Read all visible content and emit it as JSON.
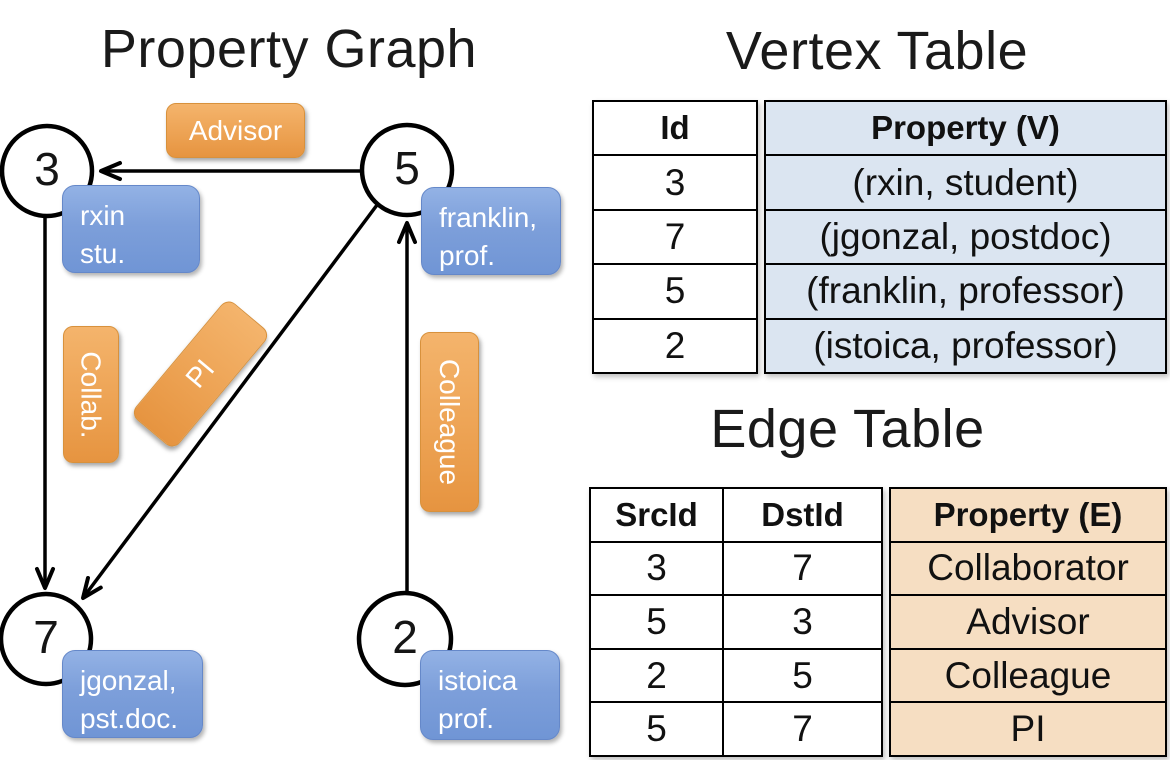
{
  "colors": {
    "edge_label_orange_top": "#f4b46c",
    "edge_label_orange_bottom": "#e69440",
    "vertex_box_blue_top": "#93b2e5",
    "vertex_box_blue_bottom": "#7095d5",
    "vertex_property_column_bg": "#dbe5f1",
    "edge_property_column_bg": "#f6dec2",
    "line_color": "#000000"
  },
  "diagram": {
    "title": "Property Graph",
    "nodes": [
      {
        "id": "3"
      },
      {
        "id": "5"
      },
      {
        "id": "7"
      },
      {
        "id": "2"
      }
    ],
    "node_properties": [
      {
        "line1": "rxin",
        "line2": "stu."
      },
      {
        "line1": "franklin,",
        "line2": "prof."
      },
      {
        "line1": "jgonzal,",
        "line2": "pst.doc."
      },
      {
        "line1": "istoica",
        "line2": "prof."
      }
    ],
    "edge_labels": [
      {
        "label": "Advisor"
      },
      {
        "label": "Collab."
      },
      {
        "label": "PI"
      },
      {
        "label": "Colleague"
      }
    ]
  },
  "vertex_table": {
    "title": "Vertex Table",
    "columns": {
      "id": "Id",
      "property": "Property (V)"
    },
    "rows": [
      {
        "id": "3",
        "property": "(rxin, student)"
      },
      {
        "id": "7",
        "property": "(jgonzal, postdoc)"
      },
      {
        "id": "5",
        "property": "(franklin, professor)"
      },
      {
        "id": "2",
        "property": "(istoica, professor)"
      }
    ]
  },
  "edge_table": {
    "title": "Edge Table",
    "columns": {
      "src": "SrcId",
      "dst": "DstId",
      "property": "Property (E)"
    },
    "rows": [
      {
        "src": "3",
        "dst": "7",
        "property": "Collaborator"
      },
      {
        "src": "5",
        "dst": "3",
        "property": "Advisor"
      },
      {
        "src": "2",
        "dst": "5",
        "property": "Colleague"
      },
      {
        "src": "5",
        "dst": "7",
        "property": "PI"
      }
    ]
  }
}
